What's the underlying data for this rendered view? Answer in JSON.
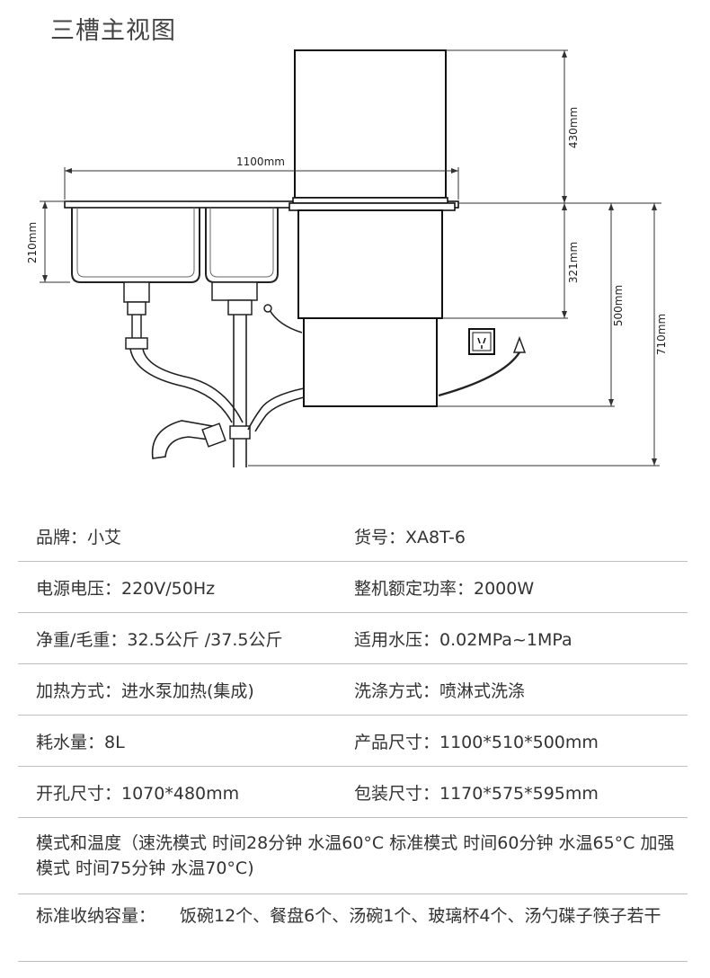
{
  "title": "三槽主视图",
  "drawing": {
    "dimensions": {
      "width": "1100mm",
      "sink_depth": "210mm",
      "upper_height": "430mm",
      "lower_height": "321mm",
      "body_height": "500mm",
      "total_height": "710mm"
    }
  },
  "specs": {
    "rows": [
      {
        "left": "品牌：小艾",
        "right": "货号：XA8T-6"
      },
      {
        "left": "电源电压：220V/50Hz",
        "right": "整机额定功率：2000W"
      },
      {
        "left": "净重/毛重：32.5公斤 /37.5公斤",
        "right": "适用水压：0.02MPa~1MPa"
      },
      {
        "left": "加热方式：进水泵加热(集成)",
        "right": "洗涤方式：喷淋式洗涤"
      },
      {
        "left": "耗水量：8L",
        "right": "产品尺寸：1100*510*500mm"
      },
      {
        "left": "开孔尺寸：1070*480mm",
        "right": "包装尺寸：1170*575*595mm"
      }
    ],
    "modes": "模式和温度（速洗模式 时间28分钟 水温60°C  标准模式 时间60分钟 水温65°C 加强模式 时间75分钟 水温70°C)",
    "capacity_label": "标准收纳容量：",
    "capacity_value": "饭碗12个、餐盘6个、汤碗1个、玻璃杯4个、汤勺碟子筷子若干"
  }
}
